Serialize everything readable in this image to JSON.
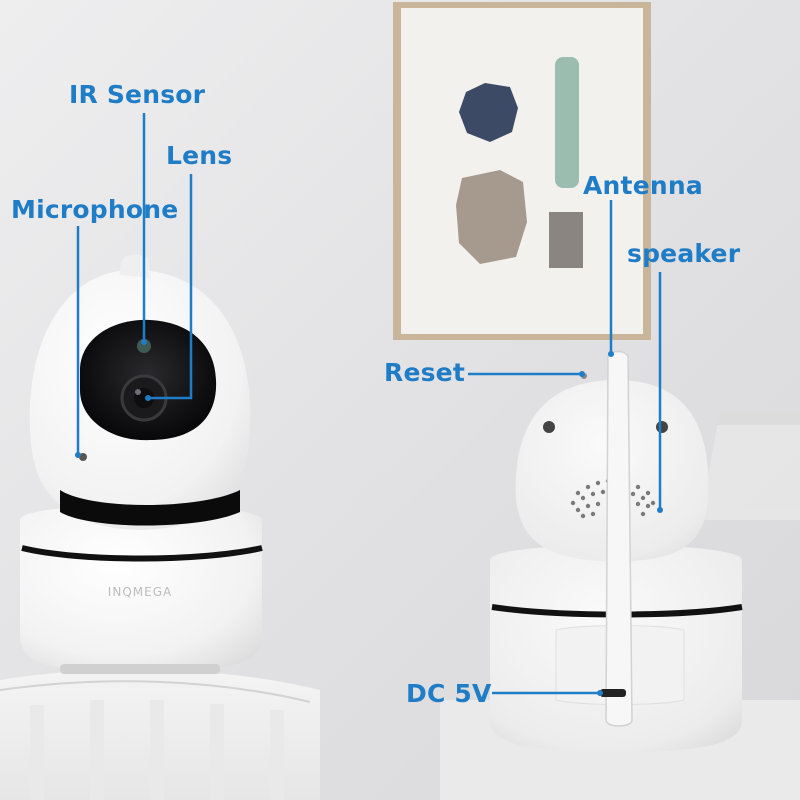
{
  "labels": {
    "ir_sensor": "IR Sensor",
    "lens": "Lens",
    "microphone": "Microphone",
    "antenna": "Antenna",
    "speaker": "speaker",
    "reset": "Reset",
    "dc_5v": "DC 5V"
  },
  "brand": "INQMEGA",
  "colors": {
    "callout": "#1f7cc6",
    "wall": "#e4e4e6",
    "camera_body": "#f7f7f7"
  }
}
